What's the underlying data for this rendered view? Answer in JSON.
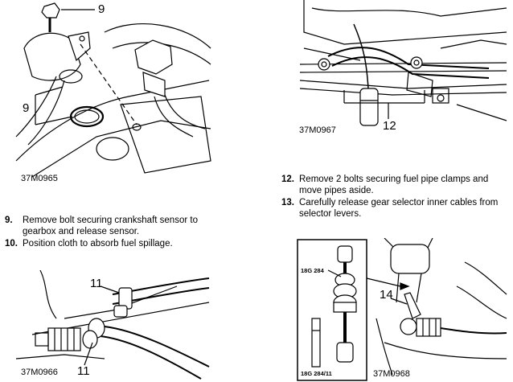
{
  "figures": {
    "fig1": {
      "caption": "37M0965",
      "callouts": [
        "9",
        "9"
      ]
    },
    "fig2": {
      "caption": "37M0967",
      "callouts": [
        "12"
      ]
    },
    "fig3": {
      "caption": "37M0966",
      "callouts": [
        "11",
        "11"
      ]
    },
    "fig4": {
      "caption": "37M0968",
      "callouts": [
        "14"
      ],
      "tool_labels": [
        "18G 284",
        "18G 284/11"
      ]
    }
  },
  "steps_left": [
    {
      "num": "9.",
      "text": "Remove bolt securing crankshaft sensor to gearbox and release sensor."
    },
    {
      "num": "10.",
      "text": "Position cloth to absorb fuel spillage."
    }
  ],
  "steps_right": [
    {
      "num": "12.",
      "text": "Remove 2 bolts securing fuel pipe clamps and move pipes aside."
    },
    {
      "num": "13.",
      "text": "Carefully release gear selector inner cables from selector levers."
    }
  ]
}
